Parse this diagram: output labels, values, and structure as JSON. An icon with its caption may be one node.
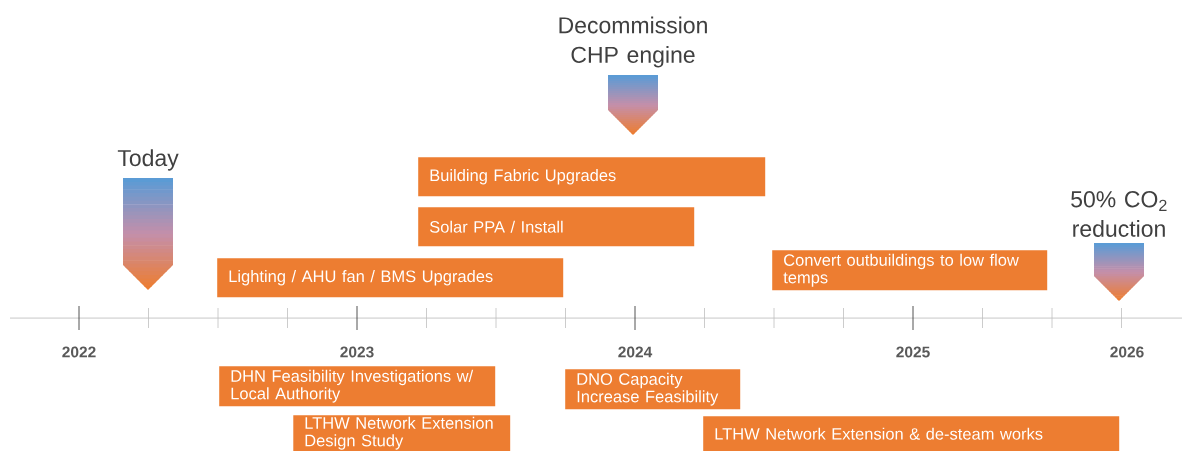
{
  "diagram": {
    "nodes": [
      {
        "text": [
          "Decommission CHP engine"
        ]
      },
      {
        "text": [
          "Today"
        ]
      },
      {
        "text": [
          "Building Fabric Upgrades"
        ]
      },
      {
        "text": [
          "Solar PPA / Install"
        ]
      },
      {
        "text": [
          "50% CO$_{2}$ reduction"
        ]
      },
      {
        "text": [
          "Lighting / AHU fan / BMS Upgrades"
        ]
      },
      {
        "text": [
          "Convert outbuildings to low flow temps"
        ]
      },
      {
        "text": [
          "DHN Feasibility Investigations w/ Local Authority"
        ]
      },
      {
        "text": [
          "DNO Capacity Increase Feasibility"
        ]
      },
      {
        "text": [
          "LTHW Network Extension Design Study"
        ]
      },
      {
        "text": [
          "LTHW Network Extension & de-steam works"
        ]
      }
    ],
    "labels": [
      "2022",
      "2023",
      "2024",
      "2025",
      "2026"
    ]
  }
}
